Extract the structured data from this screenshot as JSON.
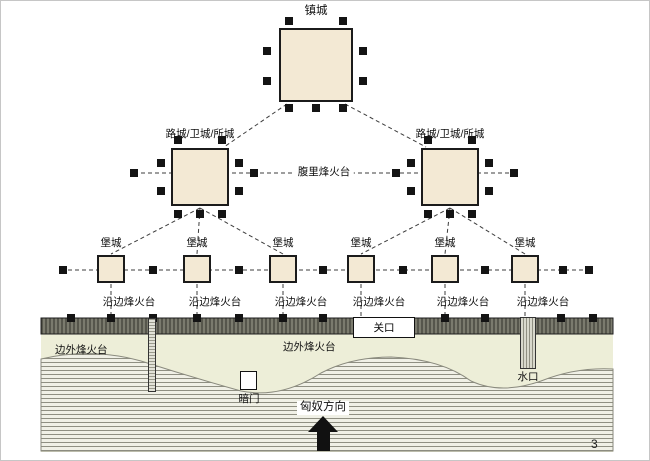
{
  "page": {
    "number": "3"
  },
  "labels": {
    "zhencheng": "镇城",
    "lucheng_left": "路城/卫城/所城",
    "lucheng_right": "路城/卫城/所城",
    "fuli_beacon": "腹里烽火台",
    "baocheng": [
      "堡城",
      "堡城",
      "堡城",
      "堡城",
      "堡城",
      "堡城"
    ],
    "yanbian_beacon": [
      "沿边烽火台",
      "沿边烽火台",
      "沿边烽火台",
      "沿边烽火台",
      "沿边烽火台",
      "沿边烽火台"
    ],
    "bianwai_left": "边外烽火台",
    "bianwai_center": "边外烽火台",
    "guankou": "关口",
    "anmen": "暗门",
    "shuikou": "水口",
    "direction": "匈奴方向"
  },
  "colors": {
    "city_fill": "#f3e9d4",
    "tower": "#141414",
    "wall": "#7b7b6e",
    "terrain": "#edeed8"
  }
}
